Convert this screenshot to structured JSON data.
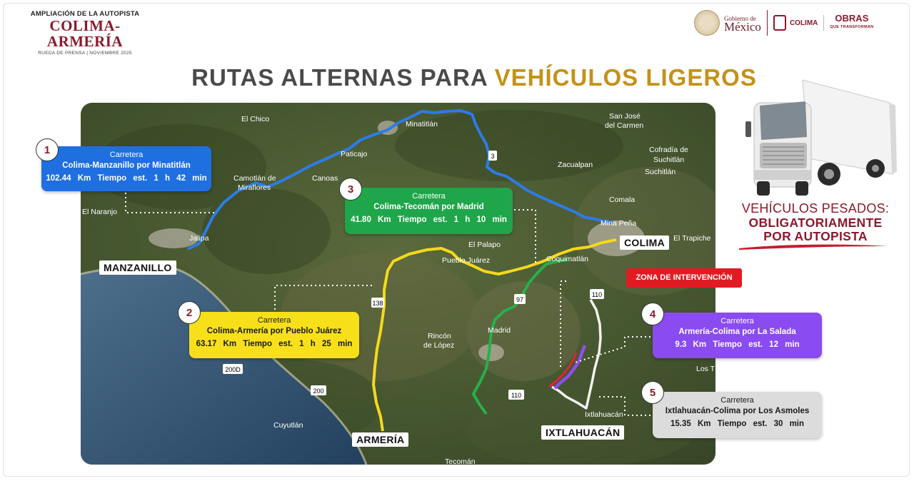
{
  "header": {
    "subtitle_top": "AMPLIACIÓN DE LA AUTOPISTA",
    "project": "COLIMA-ARMERÍA",
    "event": "RUEDA DE PRENSA  |  NOVIEMBRE 2025",
    "gob_line1": "Gobierno de",
    "gob_line2": "México",
    "colima_logo": "COLIMA",
    "obras_main": "OBRAS",
    "obras_sub": "QUE TRANSFORMAN"
  },
  "title": {
    "part1": "RUTAS ALTERNAS PARA",
    "part2": "VEHÍCULOS LIGEROS"
  },
  "map": {
    "places": [
      "El Chico",
      "Minatitlán",
      "San José",
      "del Carmen",
      "Paticajo",
      "Cofradía de",
      "Suchitlán",
      "Suchitlán",
      "Zacualpan",
      "Camotlán de",
      "Miraflores",
      "Canoas",
      "Comala",
      "El Naranjo",
      "Mina Peña",
      "Jalipa",
      "El Trapiche",
      "El Palapo",
      "Pueblo Juárez",
      "Coquimatlán",
      "Madrid",
      "Rincón",
      "de López",
      "Cuyutlán",
      "Los T",
      "Ixtlahuacán",
      "Tecomán"
    ],
    "road_shields": [
      "3",
      "138",
      "97",
      "110",
      "110",
      "200D",
      "200"
    ],
    "cities": {
      "manzanillo": "MANZANILLO",
      "colima": "COLIMA",
      "armeria": "ARMERÍA",
      "ixtlahuacan": "IXTLAHUACÁN"
    },
    "zone_label": "ZONA DE INTERVENCIÓN"
  },
  "routes": [
    {
      "number": "1",
      "kind": "Carretera",
      "name": "Colima-Manzanillo por Minatitlán",
      "distance": "102.44 Km",
      "time": "Tiempo est. 1 h 42 min",
      "color": "#1f6fe0"
    },
    {
      "number": "2",
      "kind": "Carretera",
      "name": "Colima-Armería por Pueblo Juárez",
      "distance": "63.17 Km",
      "time": "Tiempo est. 1 h 25 min",
      "color": "#f7e01a"
    },
    {
      "number": "3",
      "kind": "Carretera",
      "name": "Colima-Tecomán por Madrid",
      "distance": "41.80 Km",
      "time": "Tiempo est. 1 h 10 min",
      "color": "#1fa64a"
    },
    {
      "number": "4",
      "kind": "Carretera",
      "name": "Armería-Colima por La Salada",
      "distance": "9.3 Km",
      "time": "Tiempo est. 12 min",
      "color": "#8a4bf0"
    },
    {
      "number": "5",
      "kind": "Carretera",
      "name": "Ixtlahuacán-Colima por Los Asmoles",
      "distance": "15.35 Km",
      "time": "Tiempo est. 30 min",
      "color": "#dcdcdc"
    }
  ],
  "heavy": {
    "line1": "VEHÍCULOS PESADOS:",
    "line2": "OBLIGATORIAMENTE",
    "line3": "POR AUTOPISTA"
  }
}
